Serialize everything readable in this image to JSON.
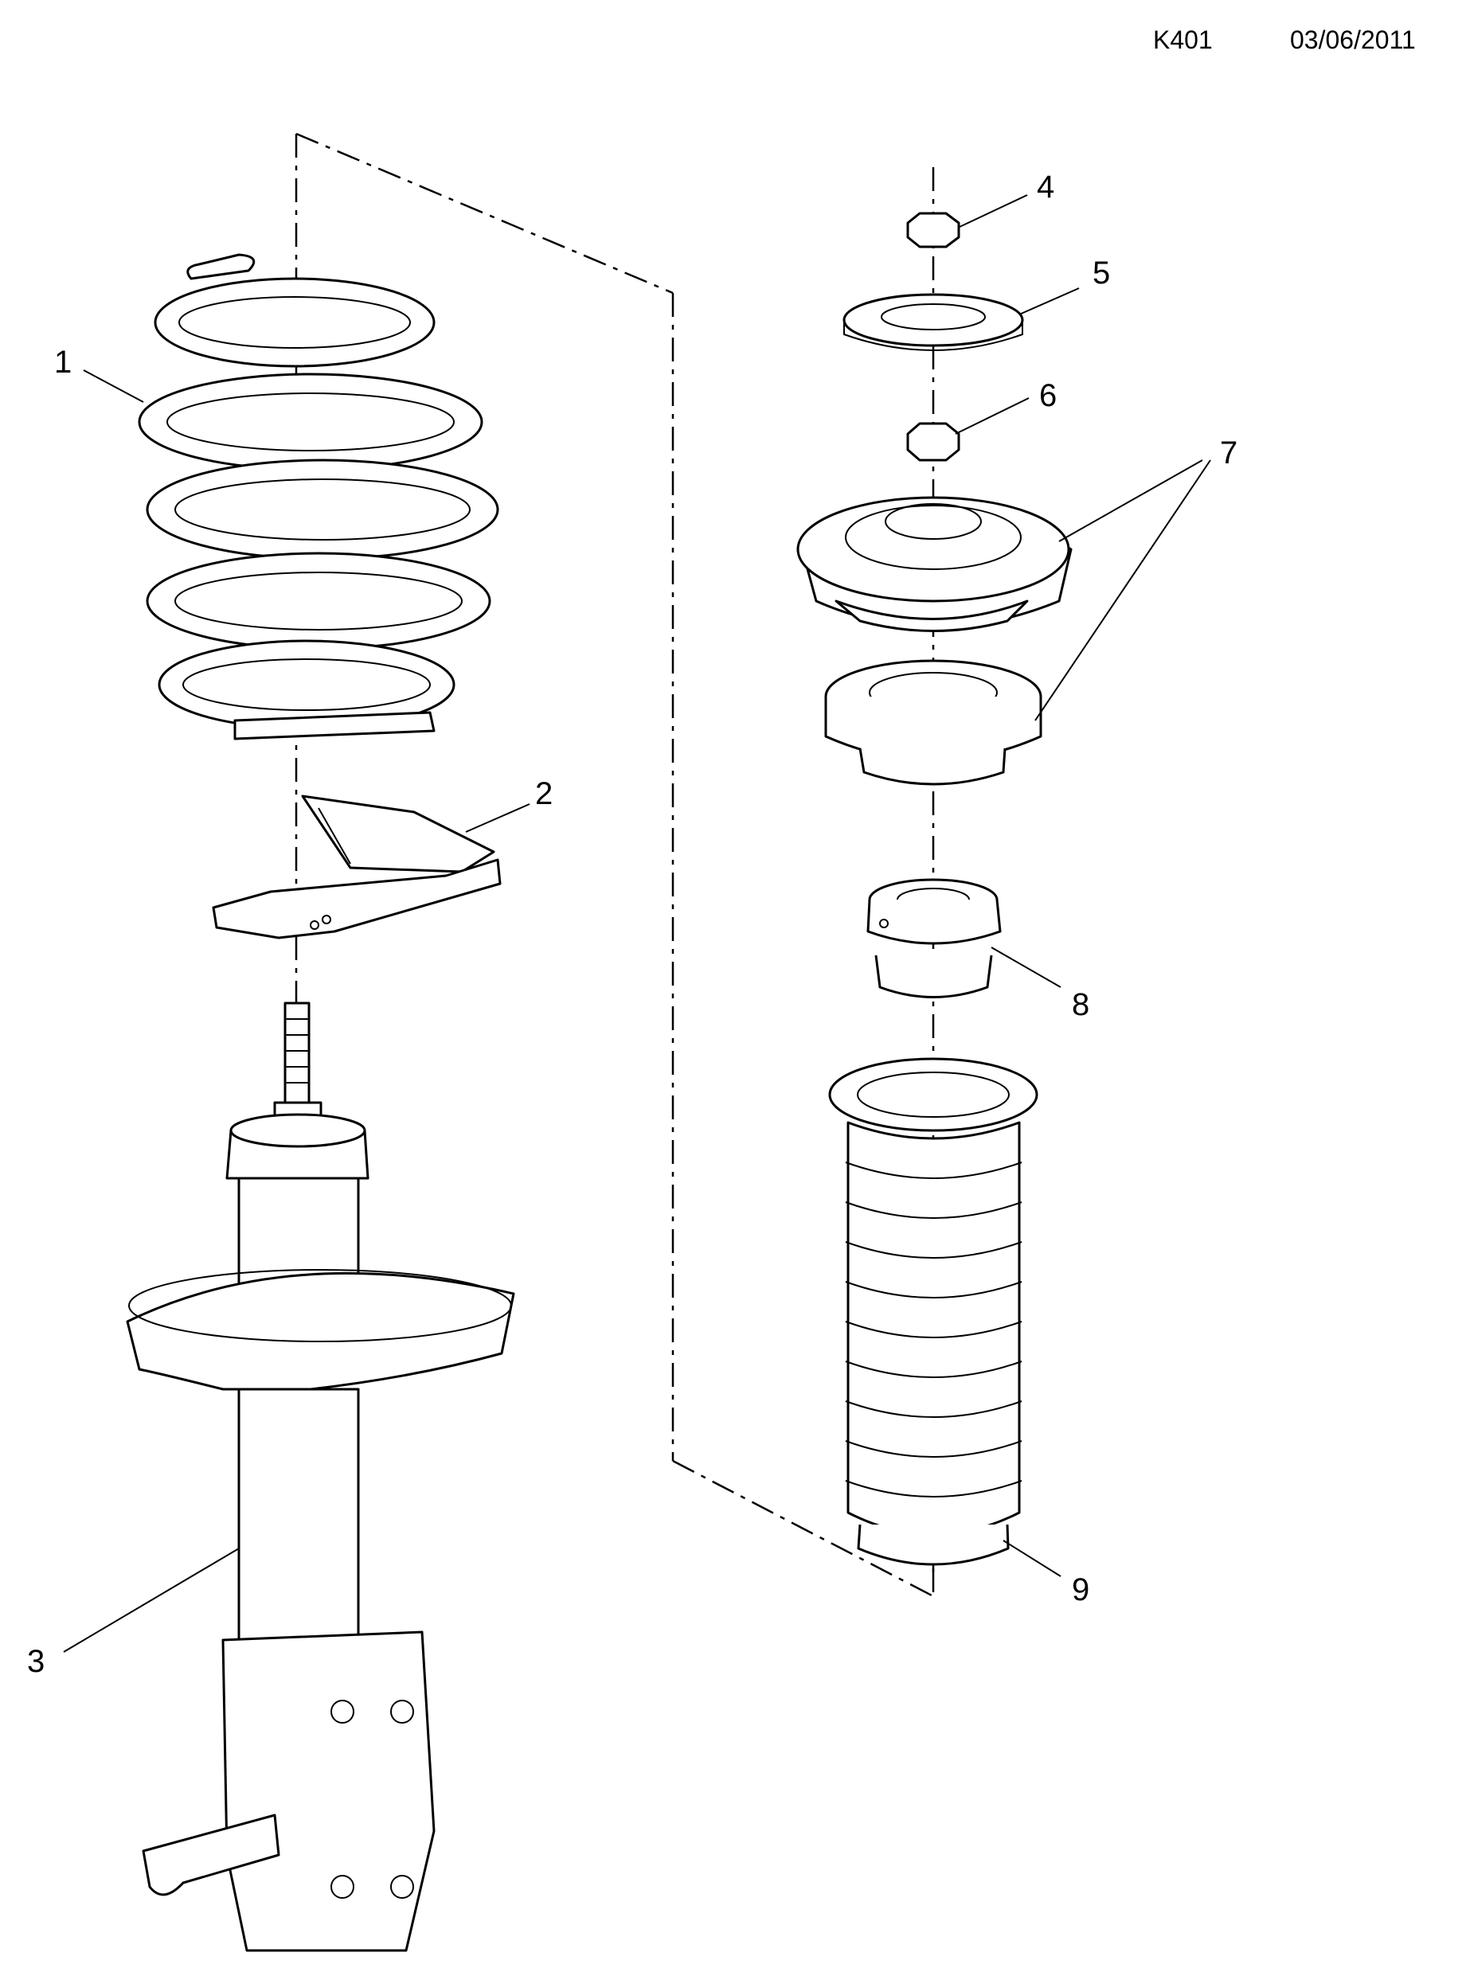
{
  "header": {
    "code": "K401",
    "date": "03/06/2011"
  },
  "callouts": [
    {
      "id": "1",
      "label": "1"
    },
    {
      "id": "2",
      "label": "2"
    },
    {
      "id": "3",
      "label": "3"
    },
    {
      "id": "4",
      "label": "4"
    },
    {
      "id": "5",
      "label": "5"
    },
    {
      "id": "6",
      "label": "6"
    },
    {
      "id": "7",
      "label": "7"
    },
    {
      "id": "8",
      "label": "8"
    },
    {
      "id": "9",
      "label": "9"
    }
  ]
}
